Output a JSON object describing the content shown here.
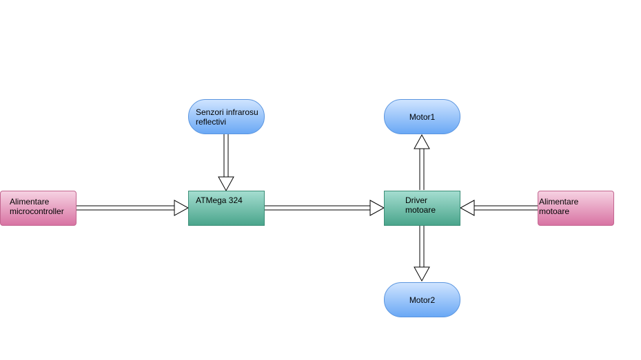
{
  "nodes": {
    "alim_micro": "Alimentare\nmicrocontroller",
    "atmega": "ATMega 324",
    "senzori": "Senzori infrarosu\nreflectivi",
    "driver": "Driver\nmotoare",
    "motor1": "Motor1",
    "motor2": "Motor2",
    "alim_motoare": "Alimentare\nmotoare"
  },
  "colors": {
    "power": "#e7a3c4",
    "processor": "#6fbfaa",
    "io": "#8ebcf8"
  }
}
